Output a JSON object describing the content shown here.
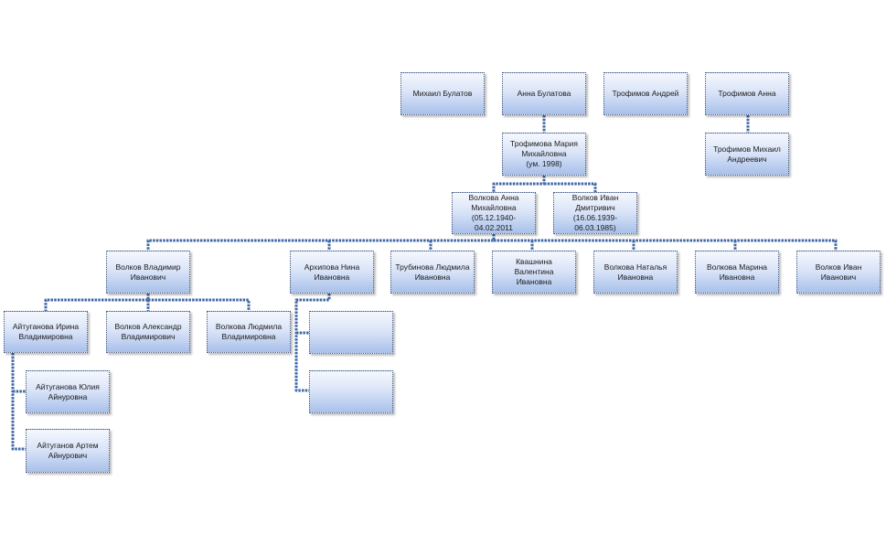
{
  "nodes": {
    "mikhail_bulatov": "Михаил Булатов",
    "anna_bulatova": "Анна  Булатова",
    "trofimov_andrey": "Трофимов Андрей",
    "trofimov_anna": "Трофимов  Анна",
    "trofimova_maria": "Трофимова Мария\nМихайловна\n(ум. 1998)",
    "trofimov_mikhail": "Трофимов  Михаил\nАндреевич",
    "volkova_anna": "Волкова Анна\nМихайловна\n(05.12.1940-\n04.02.2011",
    "volkov_ivan_dm": "Волков Иван\nДмитривич\n(16.06.1939-\n06.03.1985)",
    "volkov_vladimir": "Волков Владимир\nИванович",
    "arkhipova_nina": "Архипова Нина\nИвановна",
    "trubinova_lyudmila": "Трубинова Людмила\nИвановна",
    "kvashnina_valentina": "Квашнина Валентина\nИвановна",
    "volkova_natalya": "Волкова Наталья\nИвановна",
    "volkova_marina": "Волкова Марина\nИвановна",
    "volkov_ivan_iv": "Волков Иван\nИванович",
    "aytuganova_irina": "Айтуганова  Ирина\nВладимировна",
    "volkov_aleksandr": "Волков Александр\nВладимирович",
    "volkova_lyudmila_vl": "Волкова Людмила\nВладимировна",
    "empty_1": "",
    "empty_2": "",
    "aytuganova_yulia": "Айтуганова Юлия\nАйнуровна",
    "aytuganov_artem": "Айтуганов Артем\nАйнурович"
  },
  "colors": {
    "connector": "#3f67a6",
    "node_border": "#4a5a78",
    "node_fill_top": "#f4f7fd",
    "node_fill_bottom": "#a9c0ea"
  }
}
